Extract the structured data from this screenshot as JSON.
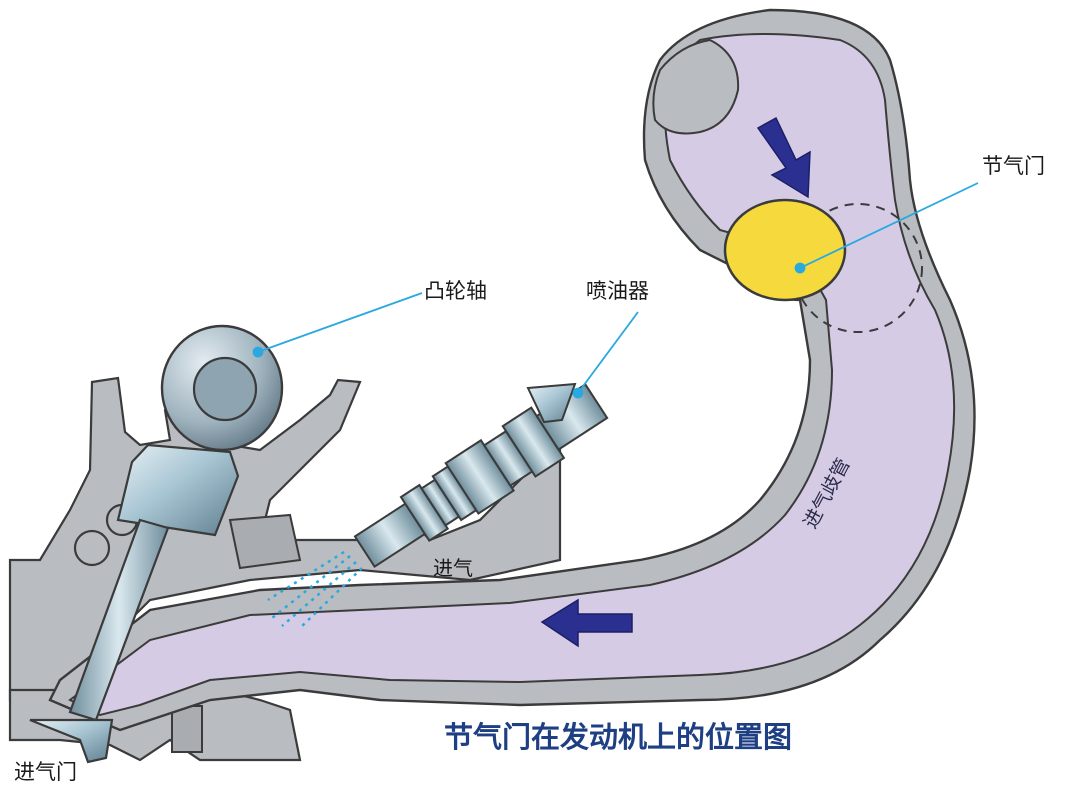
{
  "labels": {
    "throttle": "节气门",
    "camshaft": "凸轮轴",
    "injector": "喷油器",
    "intake_air": "进气",
    "intake_valve": "进气门",
    "intake_manifold": "进气歧管"
  },
  "caption": "节气门在发动机上的位置图",
  "colors": {
    "manifold_fill": "#d6cbe4",
    "housing_gray": "#b9bcc0",
    "outline": "#3b3b3b",
    "throttle_plate": "#f6d93d",
    "flow_arrow": "#2b2f8f",
    "leader_line": "#29a9df",
    "caption_text": "#1e3f83",
    "metal_blue": "#a9c6d4"
  },
  "icons": {
    "flow_arrows": "arrow-icon",
    "fuel_spray": "spray-icon"
  }
}
